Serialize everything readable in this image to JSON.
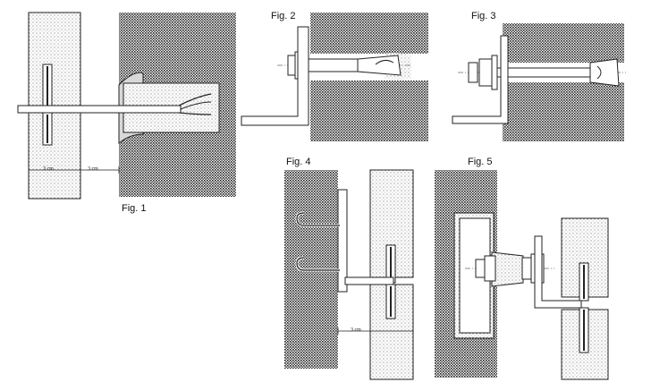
{
  "figures": {
    "fig1": {
      "label": "Fig. 1",
      "dim_left": "3 cm",
      "dim_right": "3 cm"
    },
    "fig2": {
      "label": "Fig. 2"
    },
    "fig3": {
      "label": "Fig. 3"
    },
    "fig4": {
      "label": "Fig. 4",
      "dim_bottom": "3 cm"
    },
    "fig5": {
      "label": "Fig. 5"
    }
  },
  "colors": {
    "ink": "#1a1a1a",
    "hatch_dense": "#2b2b2b",
    "hatch_light": "#8a8a8a",
    "paper": "#ffffff"
  }
}
